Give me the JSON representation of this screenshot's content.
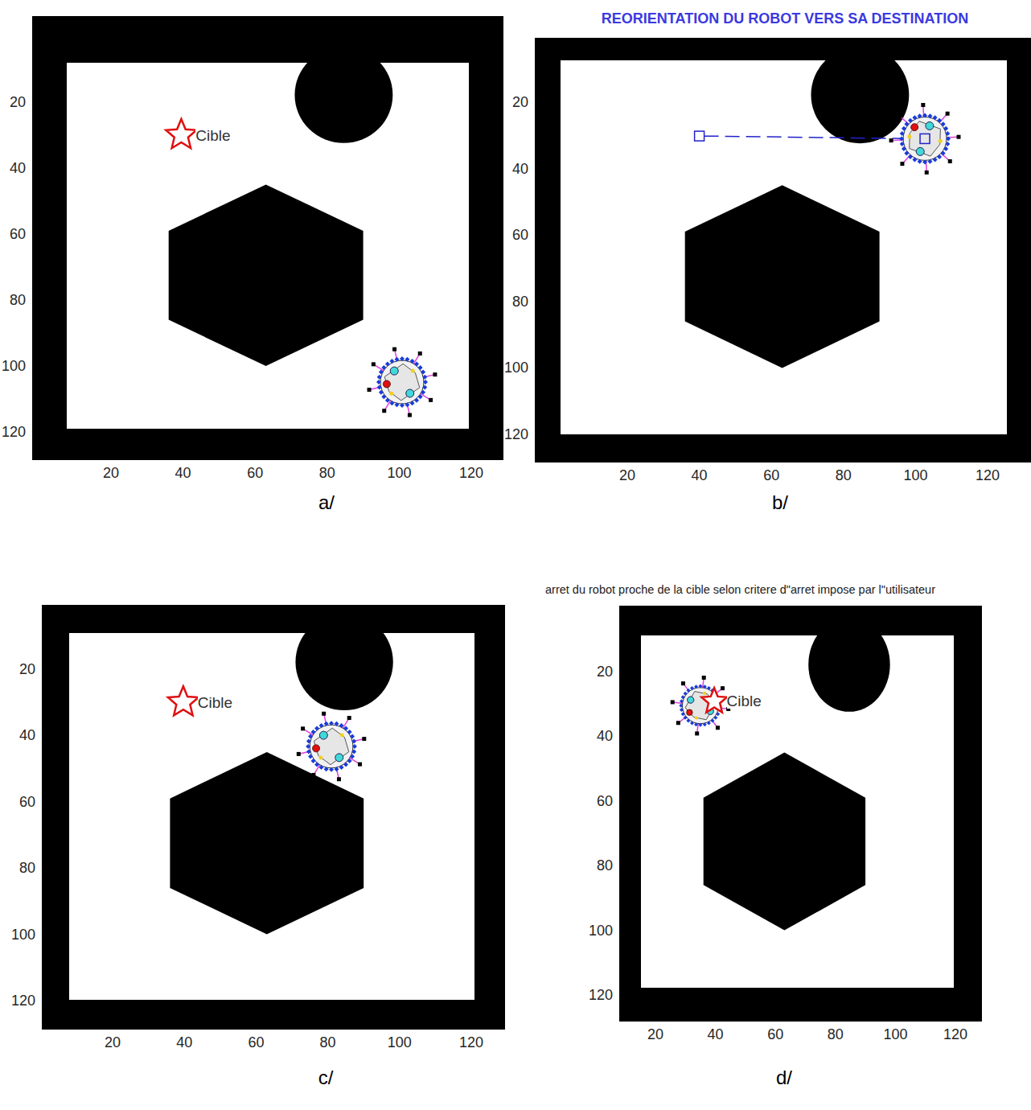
{
  "diagram": {
    "labels": [
      "20",
      "40",
      "60",
      "80",
      "100",
      "120",
      "20",
      "40",
      "60",
      "80",
      "100",
      "120",
      "Cible",
      "a/",
      "REORIENTATION DU ROBOT VERS SA DESTINATION",
      "20",
      "40",
      "60",
      "80",
      "100",
      "120",
      "20",
      "40",
      "60",
      "80",
      "100",
      "120",
      "b/",
      "20",
      "40",
      "60",
      "80",
      "100",
      "120",
      "20",
      "40",
      "60",
      "80",
      "100",
      "120",
      "Cible",
      "c/",
      "arret du robot proche de la cible selon critere d\"arret impose par l\"utilisateur",
      "20",
      "40",
      "60",
      "80",
      "100",
      "120",
      "20",
      "40",
      "60",
      "80",
      "100",
      "120",
      "Cible",
      "d/"
    ]
  }
}
